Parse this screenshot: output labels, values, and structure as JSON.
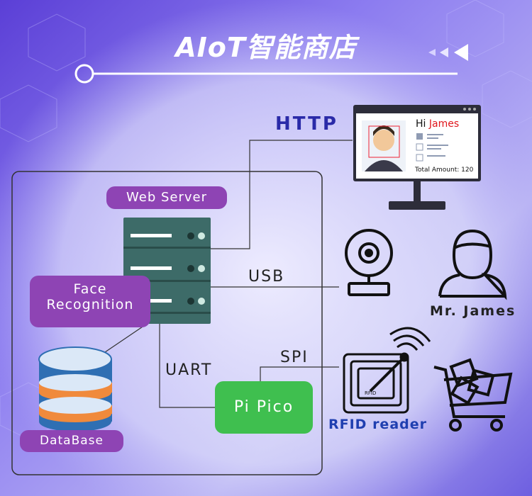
{
  "header": {
    "title": "AIoT智能商店"
  },
  "nodes": {
    "web_server": "Web Server",
    "face_recognition_line1": "Face",
    "face_recognition_line2": "Recognition",
    "database": "DataBase",
    "pi_pico": "Pi Pico",
    "rfid_reader": "RFID reader",
    "customer": "Mr. James",
    "rfid_tag_text": "RFID"
  },
  "links": {
    "http": "HTTP",
    "usb": "USB",
    "uart": "UART",
    "spi": "SPI"
  },
  "monitor": {
    "greeting": "Hi",
    "name": "James",
    "total": "Total Amount: 120"
  },
  "colors": {
    "pill": "#8e44b4",
    "pico": "#3fbf4f",
    "http_text": "#2a2aa8",
    "rfid_text": "#1f3fb0",
    "server": "#3d6b68",
    "database_orange": "#f08a3c",
    "database_blue": "#2f6fb3"
  },
  "icons": [
    "webcam-icon",
    "person-icon",
    "rfid-icon",
    "shopping-cart-icon",
    "monitor-icon",
    "server-icon",
    "database-icon"
  ]
}
